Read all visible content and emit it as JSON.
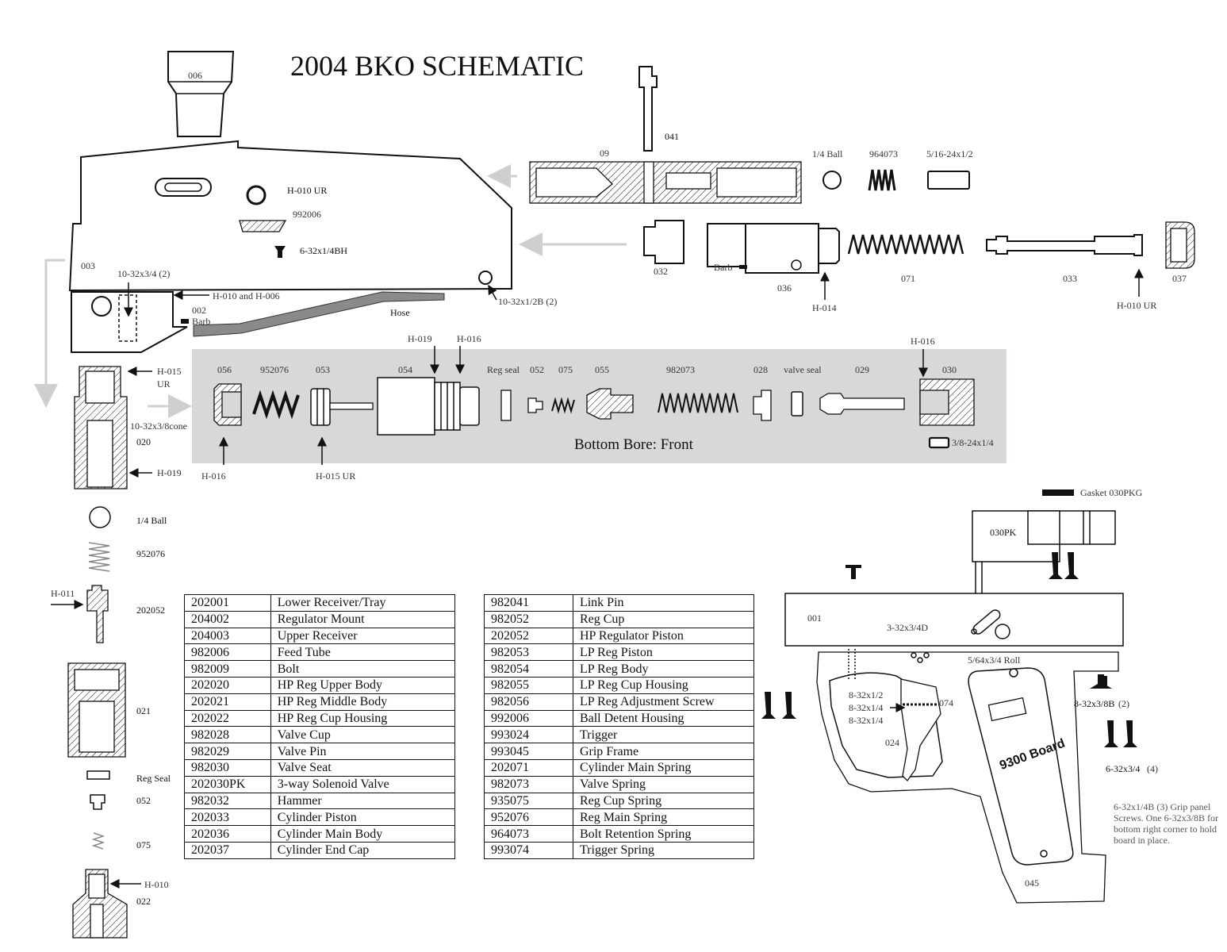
{
  "title": "2004 BKO SCHEMATIC",
  "bottom_bore_caption": "Bottom Bore:  Front",
  "board_label": "9300 Board",
  "labels": {
    "l006": "006",
    "h010ur_a": "H-010 UR",
    "l992006": "992006",
    "s6_32_1_4bh": "6-32x1/4BH",
    "l003": "003",
    "s10_32_3_4": "10-32x3/4 (2)",
    "h010_h006": "H-010 and H-006",
    "l002": "002",
    "barb_a": "Barb",
    "hose": "Hose",
    "s10_32_1_2b": "10-32x1/2B (2)",
    "l041": "041",
    "l09": "09",
    "ball_top": "1/4 Ball",
    "l964073": "964073",
    "s5_16": "5/16-24x1/2",
    "l032": "032",
    "barb_b": "Barb",
    "l036": "036",
    "h014": "H-014",
    "l071": "071",
    "l033": "033",
    "l037": "037",
    "h010ur_b": "H-010 UR",
    "h015ur_a": "H-015",
    "ur_a": "UR",
    "s10_32_3_8cone": "10-32x3/8cone",
    "l020": "020",
    "h019_a": "H-019",
    "h019_b": "H-019",
    "h016_a": "H-016",
    "h016_b": "H-016",
    "h016_c": "H-016",
    "h015ur_b": "H-015 UR",
    "l056": "056",
    "l952076_a": "952076",
    "l053": "053",
    "l054": "054",
    "reg_seal_a": "Reg seal",
    "l052_a": "052",
    "l075_a": "075",
    "l055": "055",
    "l982073": "982073",
    "l028": "028",
    "valve_seal": "valve seal",
    "l029": "029",
    "l030": "030",
    "s3_8_24": "3/8-24x1/4",
    "ball_side": "1/4 Ball",
    "l952076_b": "952076",
    "h011": "H-011",
    "l202052": "202052",
    "l021": "021",
    "reg_seal_b": "Reg Seal",
    "l052_b": "052",
    "l075_b": "075",
    "h010_c": "H-010",
    "l022": "022",
    "gasket": "Gasket 030PKG",
    "l030pk": "030PK",
    "l001": "001",
    "s3_32_3_4d": "3-32x3/4D",
    "s5_64_roll": "5/64x3/4 Roll",
    "s8_32_1_2": "8-32x1/2",
    "s8_32_1_4_a": "8-32x1/4",
    "s8_32_1_4_b": "8-32x1/4",
    "l074": "074",
    "l024": "024",
    "s8_32_3_8b": "8-32x3/8B",
    "qty2": "(2)",
    "s6_32_3_4": "6-32x3/4",
    "qty4": "(4)",
    "l045": "045"
  },
  "grip_note": "6-32x1/4B (3) Grip panel Screws. One 6-32x3/8B for bottom right corner to hold board in place.",
  "parts_left": [
    {
      "num": "202001",
      "desc": "Lower Receiver/Tray"
    },
    {
      "num": "204002",
      "desc": "Regulator Mount"
    },
    {
      "num": "204003",
      "desc": "Upper Receiver"
    },
    {
      "num": "982006",
      "desc": "Feed Tube"
    },
    {
      "num": "982009",
      "desc": "Bolt"
    },
    {
      "num": "202020",
      "desc": "HP Reg Upper Body"
    },
    {
      "num": "202021",
      "desc": "HP Reg Middle Body"
    },
    {
      "num": "202022",
      "desc": "HP Reg Cup Housing"
    },
    {
      "num": "982028",
      "desc": "Valve Cup"
    },
    {
      "num": "982029",
      "desc": "Valve Pin"
    },
    {
      "num": "982030",
      "desc": "Valve Seat"
    },
    {
      "num": "202030PK",
      "desc": "3-way Solenoid Valve"
    },
    {
      "num": "982032",
      "desc": "Hammer"
    },
    {
      "num": "202033",
      "desc": "Cylinder Piston"
    },
    {
      "num": "202036",
      "desc": "Cylinder Main Body"
    },
    {
      "num": "202037",
      "desc": "Cylinder End Cap"
    }
  ],
  "parts_right": [
    {
      "num": "982041",
      "desc": "Link Pin"
    },
    {
      "num": "982052",
      "desc": "Reg Cup"
    },
    {
      "num": "202052",
      "desc": "HP Regulator Piston"
    },
    {
      "num": "982053",
      "desc": "LP Reg Piston"
    },
    {
      "num": "982054",
      "desc": "LP Reg Body"
    },
    {
      "num": "982055",
      "desc": "LP Reg Cup Housing"
    },
    {
      "num": "982056",
      "desc": "LP Reg Adjustment Screw"
    },
    {
      "num": "992006",
      "desc": "Ball Detent Housing"
    },
    {
      "num": "993024",
      "desc": "Trigger"
    },
    {
      "num": "993045",
      "desc": "Grip Frame"
    },
    {
      "num": "202071",
      "desc": "Cylinder Main Spring"
    },
    {
      "num": "982073",
      "desc": "Valve Spring"
    },
    {
      "num": "935075",
      "desc": "Reg Cup Spring"
    },
    {
      "num": "952076",
      "desc": "Reg Main Spring"
    },
    {
      "num": "964073",
      "desc": "Bolt Retention Spring"
    },
    {
      "num": "993074",
      "desc": "Trigger Spring"
    }
  ]
}
